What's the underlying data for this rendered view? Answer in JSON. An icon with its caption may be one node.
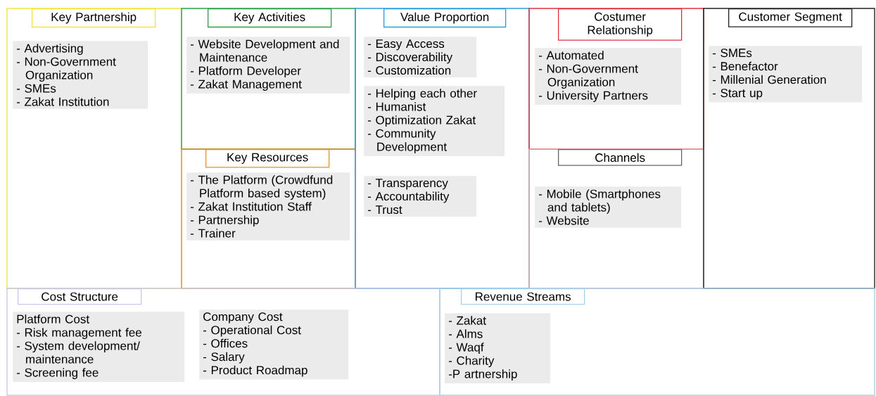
{
  "diagram": {
    "nodes": [
      {
        "text": [
          "Key Partnership"
        ]
      },
      {
        "text": [
          "- Advertising",
          "- Non-Government Organization",
          "- SMEs",
          "- Zakat Institution"
        ]
      },
      {
        "text": [
          "Key Activities"
        ]
      },
      {
        "text": [
          "- Website Development and Maintenance",
          "- Platform Developer",
          "- Zakat Management"
        ]
      },
      {
        "text": [
          "Key Resources"
        ]
      },
      {
        "text": [
          "- The Platform (Crowdfund Platform based system)",
          "- Zakat Institution Staff",
          "- Partnership",
          "- Trainer"
        ]
      },
      {
        "text": [
          "Value Proportion"
        ]
      },
      {
        "text": [
          "- Easy Access",
          "- Discoverability",
          "- Customization"
        ]
      },
      {
        "text": [
          "- Helping each other",
          "- Humanist",
          "- Optimization Zakat",
          "- Community Development"
        ]
      },
      {
        "text": [
          "- Transparency",
          "- Accountability",
          "- Trust"
        ]
      },
      {
        "text": [
          "Costumer Relationship"
        ]
      },
      {
        "text": [
          "- Automated",
          "- Non-Government Organization",
          "- University Partners"
        ]
      },
      {
        "text": [
          "Channels"
        ]
      },
      {
        "text": [
          "- Mobile (Smartphones and tablets)",
          "- Website"
        ]
      },
      {
        "text": [
          "Customer Segment"
        ]
      },
      {
        "text": [
          "- SMEs",
          "- Benefactor",
          "- Millenial Generation",
          "- Start up"
        ]
      },
      {
        "text": [
          "Cost Structure"
        ]
      },
      {
        "text": [
          "Platform Cost",
          "- Risk management fee",
          "- System development/ maintenance",
          "- Screening fee"
        ]
      },
      {
        "text": [
          "Company Cost",
          "- Operational Cost",
          "- Offices",
          "- Salary",
          "- Product Roadmap"
        ]
      },
      {
        "text": [
          "Revenue Streams"
        ]
      },
      {
        "text": [
          "- Zakat",
          "- Alms",
          "- Waqf",
          "- Charity",
          "-P artnership"
        ]
      }
    ]
  }
}
